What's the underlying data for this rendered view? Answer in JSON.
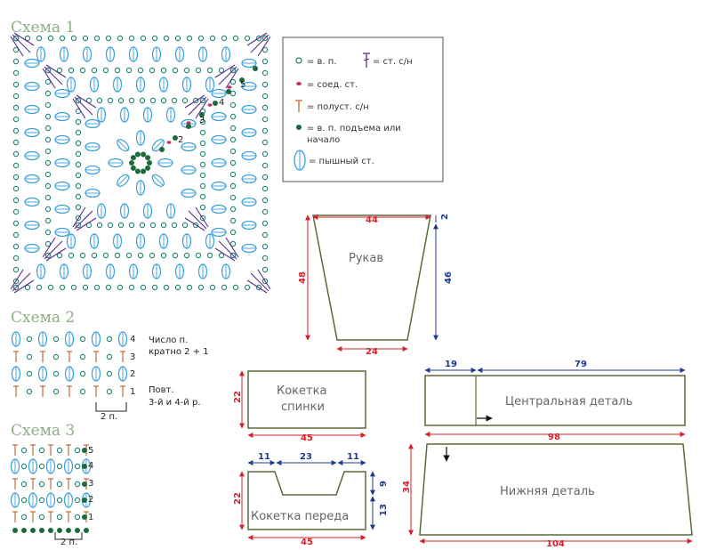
{
  "schemes": {
    "scheme1": {
      "title": "Схема 1",
      "round_numbers": [
        "2",
        "3",
        "4",
        "5"
      ]
    },
    "scheme2": {
      "title": "Схема 2",
      "row_numbers": [
        "4",
        "3",
        "2",
        "1"
      ],
      "note1": "Число п.",
      "note2": "кратно 2 + 1",
      "note3": "Повт.",
      "note4": "3-й и 4-й р.",
      "repeat": "2 п."
    },
    "scheme3": {
      "title": "Схема 3",
      "row_numbers": [
        "5",
        "4",
        "3",
        "2",
        "1"
      ],
      "repeat": "2 п."
    }
  },
  "legend": {
    "ch": "= в. п.",
    "dc": "= ст. с/н",
    "slst": "= соед. ст.",
    "hdc": "= полуст. с/н",
    "turn_line1": "= в. п. подъема или",
    "turn_line2": "начало",
    "puff": "= пышный ст."
  },
  "pieces": {
    "sleeve": {
      "label": "Рукав",
      "top": "44",
      "bottom": "24",
      "height_total": "48",
      "height_right_top": "2",
      "height_right": "46"
    },
    "back_yoke": {
      "label_line1": "Кокетка",
      "label_line2": "спинки",
      "width": "45",
      "height": "22"
    },
    "front_yoke": {
      "label": "Кокетка переда",
      "width": "45",
      "height": "22",
      "top_left": "11",
      "top_mid": "23",
      "top_right": "11",
      "neck_depth": "9",
      "side_height": "13"
    },
    "central": {
      "label": "Центральная деталь",
      "top_left": "19",
      "top_right": "79",
      "width": "98"
    },
    "lower": {
      "label": "Нижняя деталь",
      "height": "34",
      "width": "104"
    }
  },
  "colors": {
    "chain": "#2a8a7a",
    "stitch": "#5a2a8a",
    "puff": "#3aa0d8",
    "slst": "#c0306a",
    "hdc": "#c06a3a",
    "turn": "#1a6a3a",
    "dim_red": "#d4202a",
    "dim_blue": "#1f3b8f",
    "outline": "#5a6a3a"
  }
}
